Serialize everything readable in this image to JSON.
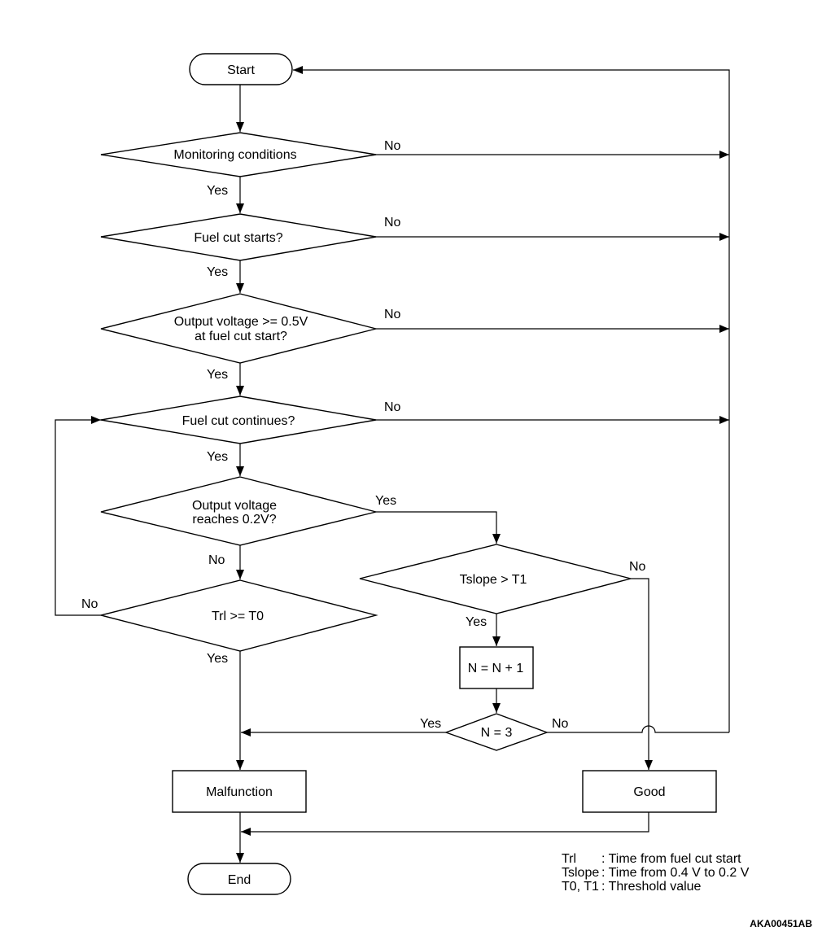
{
  "nodes": {
    "start": "Start",
    "monitoring": "Monitoring conditions",
    "fuel_cut_starts": "Fuel cut starts?",
    "output_voltage_line1": "Output voltage >= 0.5V",
    "output_voltage_line2": "at fuel cut start?",
    "fuel_cut_continues": "Fuel cut continues?",
    "reaches_line1": "Output voltage",
    "reaches_line2": "reaches 0.2V?",
    "trl": "Trl >= T0",
    "tslope": "Tslope > T1",
    "counter": "N = N + 1",
    "n_check": "N = 3",
    "malfunction": "Malfunction",
    "good": "Good",
    "end": "End"
  },
  "branch_labels": {
    "yes": "Yes",
    "no": "No"
  },
  "legend": [
    {
      "term": "Trl",
      "desc": ": Time from fuel cut start"
    },
    {
      "term": "Tslope",
      "desc": ": Time from 0.4 V to 0.2 V"
    },
    {
      "term": "T0, T1",
      "desc": ": Threshold value"
    }
  ],
  "figure_code": "AKA00451AB"
}
